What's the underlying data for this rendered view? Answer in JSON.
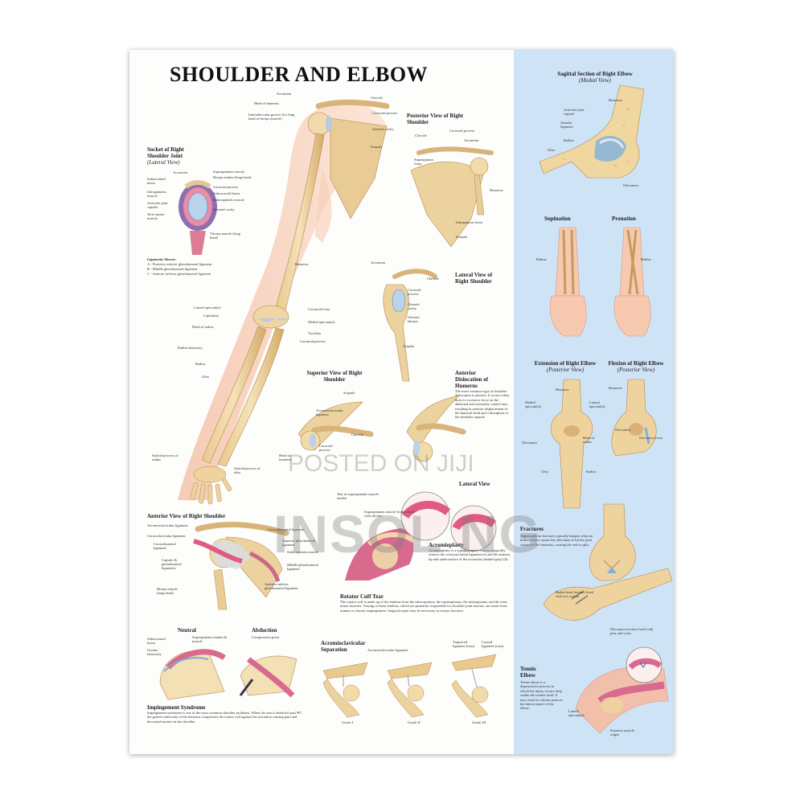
{
  "title": "SHOULDER AND ELBOW",
  "sections": {
    "socket": {
      "title": "Socket of Right Shoulder Joint",
      "subtitle": "(Lateral View)",
      "labels": [
        "Acromion",
        "Subacromial bursa",
        "Infraspinatus muscle",
        "Articular joint capsule",
        "Teres minor muscle",
        "Supraspinatus muscle",
        "Biceps tendon (long head)",
        "Coracoid process",
        "Subcoracoid bursa",
        "Subscapularis muscle",
        "Glenoid cavity",
        "Triceps muscle (long head)"
      ]
    },
    "ligaments": {
      "title": "Ligaments Shown:",
      "items": [
        "A - Posterior inferior glenohumeral ligament",
        "B - Middle glenohumeral ligament",
        "C - Anterior inferior glenohumeral ligament"
      ]
    },
    "arm": {
      "labels": [
        "Acromion",
        "Head of humerus",
        "Intertubercular groove (for long head of biceps muscle)",
        "Clavicle",
        "Coracoid process",
        "Glenoid cavity",
        "Scapula",
        "Humerus",
        "Lateral epicondyle",
        "Capitulum",
        "Head of radius",
        "Radial tuberosity",
        "Radius",
        "Ulna",
        "Coronoid fossa",
        "Medial epicondyle",
        "Trochlea",
        "Coronoid process",
        "Styloid process of radius",
        "Styloid process of ulna"
      ]
    },
    "posterior": {
      "title": "Posterior View of Right Shoulder",
      "labels": [
        "Clavicle",
        "Coracoid process",
        "Acromion",
        "Supraspinous fossa",
        "Humerus",
        "Infraspinous fossa",
        "Scapula"
      ]
    },
    "lateral": {
      "title": "Lateral View of Right Shoulder",
      "labels": [
        "Acromion",
        "Clavicle",
        "Coracoid process",
        "Glenoid cavity",
        "Glenoid labrum",
        "Scapula"
      ]
    },
    "superior": {
      "title": "Superior View of Right Shoulder",
      "labels": [
        "Scapula",
        "Acromioclavicular ligament",
        "Clavicle",
        "Coracoid process",
        "Head of humerus"
      ]
    },
    "dislocation": {
      "title": "Anterior Dislocation of Humerus",
      "text": "The most common type of shoulder dislocation is anterior. It occurs when there is excessive force on the abducted and externally rotated arm, resulting in anterior displacement of the humeral head and a disruption of the shoulder capsule."
    },
    "anterior": {
      "title": "Anterior View of Right Shoulder",
      "labels": [
        "Acromioclavicular ligament",
        "Coracoclavicular ligament",
        "Coracohumeral ligament",
        "Capsule & glenohumeral ligaments",
        "Biceps muscle (long head)",
        "Coracoacromial ligament",
        "Superior glenohumeral ligament",
        "Subscapularis muscle",
        "Middle glenohumeral ligament",
        "Anterior inferior glenohumeral ligament"
      ]
    },
    "cuff": {
      "title": "Rotator Cuff Tear",
      "labels": [
        "Tear in supraspinatus muscle tendon",
        "Supraspinatus muscle tendon fixed with stitches"
      ],
      "lateral_view": "Lateral View",
      "acromioplasty_title": "Acromioplasty",
      "acromioplasty_text": "Acromioplasty is a type of surgery done to surgically remove the coracoacromial ligament (a) and the anterior lip and undersurface of the acromion (shaded gray) (b).",
      "text": "The rotator cuff is made up of the tendons from the subscapularis, the supraspinatus, the infraspinatus, and the teres minor muscles. Tearing of these tendons, which are primarily responsible for shoulder joint motion, can result from trauma or chronic impingement. Surgical repair may be necessary to restore function."
    },
    "impingement": {
      "neutral": "Neutral",
      "abduction": "Abduction",
      "labels": [
        "Subacromial bursa",
        "Greater tuberosity",
        "Supraspinatus tendon & muscle",
        "Compression point"
      ],
      "title": "Impingement Syndrome",
      "text": "Impingement syndrome is one of the most common shoulder problems. When the arm is abducted past 90°, the greater tuberosity of the humerus compresses the rotator cuff against the acromion causing pain and decreased motion in the shoulder."
    },
    "ac": {
      "title": "Acromioclavicular Separation",
      "labels": [
        "Acromioclavicular ligament",
        "Trapezoid ligament (torn)",
        "Conoid ligament (torn)"
      ],
      "grades": [
        "Grade I",
        "Grade II",
        "Grade III"
      ]
    },
    "sagittal": {
      "title": "Sagittal Section of Right Elbow",
      "subtitle": "(Medial View)",
      "labels": [
        "Humerus",
        "Articular joint capsule",
        "Annular ligament",
        "Radius",
        "Ulna",
        "Olecranon"
      ]
    },
    "rotation": {
      "supination": "Supination",
      "pronation": "Pronation",
      "labels": [
        "Radius",
        "Radius"
      ]
    },
    "extension": {
      "ext_title": "Extension of Right Elbow",
      "ext_sub": "(Posterior View)",
      "flex_title": "Flexion of Right Elbow",
      "flex_sub": "(Posterior View)",
      "labels": [
        "Medial epicondyle",
        "Humerus",
        "Lateral epicondyle",
        "Olecranon",
        "Head of radius",
        "Ulna",
        "Radius",
        "Humerus",
        "Olecranon",
        "Olecranon fossa"
      ]
    },
    "fractures": {
      "title": "Fractures",
      "text": "Supracondylar fractures typically happen when an indirect force causes the olecranon to hit the joint surface of the humerus, causing the end to split.",
      "labels": [
        "Radial head fracture fixed with two screws",
        "Olecranon fracture fixed with pins and wires"
      ]
    },
    "tennis": {
      "title": "Tennis Elbow",
      "text": "Tennis elbow is a degenerative process in which the injury occurs deep within the tendon itself. It may result in chronic pain on the lateral aspect of the elbow.",
      "labels": [
        "Lateral epicondyle",
        "Extensor muscle origin"
      ]
    }
  },
  "watermark": {
    "line1": "POSTED ON JIJI",
    "line2": "INSOL NG"
  }
}
